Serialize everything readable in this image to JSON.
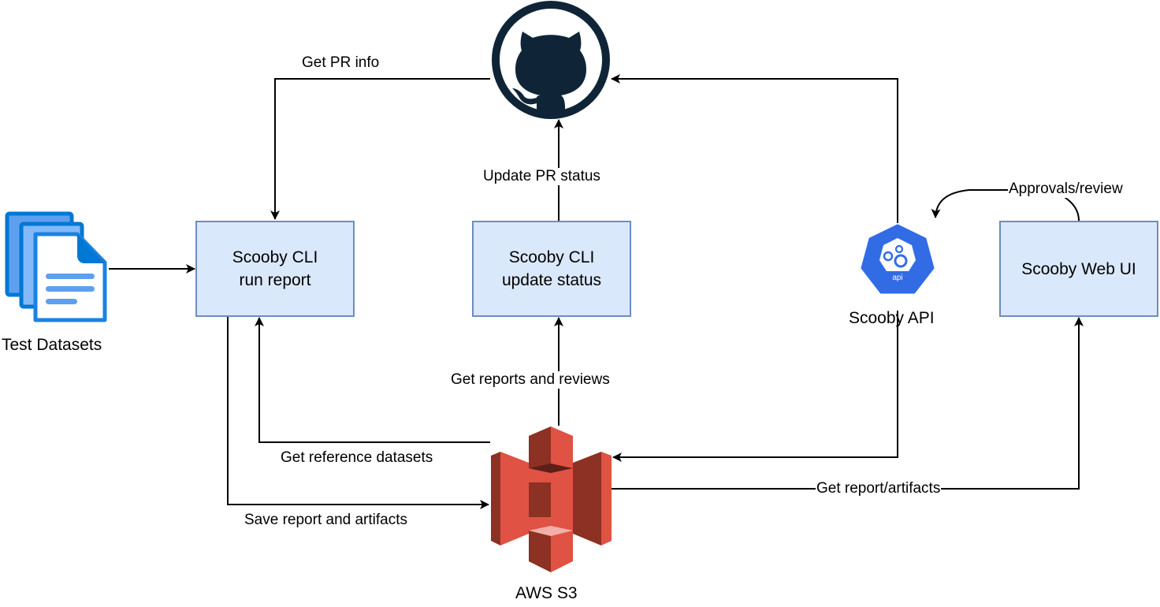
{
  "diagram": {
    "nodes": {
      "github": {
        "icon": "github-octocat-icon"
      },
      "test_datasets": {
        "icon": "documents-icon",
        "caption": "Test Datasets"
      },
      "cli_run": {
        "line1": "Scooby CLI",
        "line2": "run report"
      },
      "cli_update": {
        "line1": "Scooby CLI",
        "line2": "update status"
      },
      "api": {
        "icon": "api-icon",
        "icon_text": "api",
        "caption": "Scooby API"
      },
      "web_ui": {
        "label": "Scooby Web UI"
      },
      "s3": {
        "icon": "aws-s3-icon",
        "caption": "AWS S3"
      }
    },
    "edges": {
      "get_pr_info": "Get PR info",
      "update_pr_status": "Update PR status",
      "approvals_review": "Approvals/review",
      "get_reports_reviews": "Get reports and reviews",
      "get_reference_datasets": "Get reference datasets",
      "save_report": "Save report and artifacts",
      "get_report_artifacts": "Get report/artifacts"
    },
    "colors": {
      "box_fill": "#dae8fc",
      "box_border": "#6c8ebf",
      "github": "#0f2537",
      "api_blue": "#326ce5",
      "s3_red": "#e05243",
      "docs_blue": "#0078d4"
    }
  }
}
